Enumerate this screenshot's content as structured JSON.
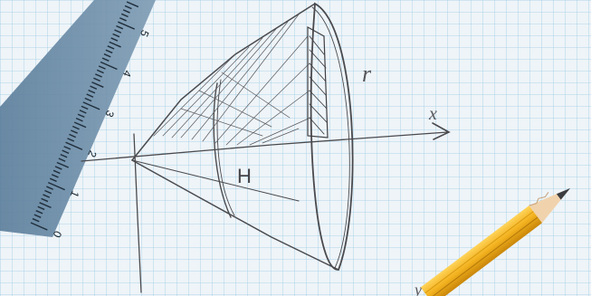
{
  "scene": {
    "paper_color": "#eef4f8",
    "grid_color": "#8fc3de",
    "pencil_lead_color": "#3c3c40"
  },
  "ruler": {
    "color": "#6f8ea8",
    "tick_labels": [
      "0",
      "1",
      "2",
      "3",
      "4",
      "5"
    ]
  },
  "sketch": {
    "labels": {
      "radius": "r",
      "height": "H",
      "x_axis": "x",
      "y_axis": "y"
    }
  },
  "pencil": {
    "body_color": "#f2b11e",
    "wood_color": "#f0d3ad"
  }
}
